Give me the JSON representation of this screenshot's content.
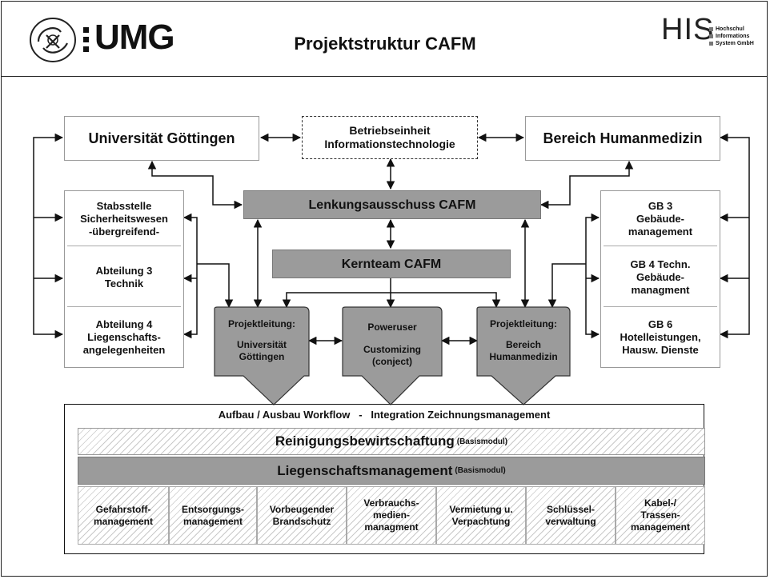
{
  "header": {
    "title": "Projektstruktur CAFM",
    "logo_left_text": "UMG",
    "logo_right_text": "HIS",
    "logo_right_lines": [
      "Hochschul",
      "Informations",
      "System GmbH"
    ]
  },
  "top_row": {
    "uni": "Universität Göttingen",
    "it": "Betriebseinheit Informationstechnologie",
    "hm": "Bereich Humanmedizin"
  },
  "lenkung": "Lenkungsausschuss CAFM",
  "kernteam": "Kernteam CAFM",
  "left_stack": [
    "Stabsstelle Sicherheitswesen -übergreifend-",
    "Abteilung 3 Technik",
    "Abteilung 4 Liegenschafts-angelegenheiten"
  ],
  "right_stack": [
    "GB 3 Gebäude-management",
    "GB 4 Techn. Gebäude-managment",
    "GB 6 Hotelleistungen, Hausw. Dienste"
  ],
  "arrows": {
    "pl_uni_title": "Projektleitung:",
    "pl_uni_body": "Universität Göttingen",
    "power_title": "Poweruser",
    "power_body": "Customizing (conject)",
    "pl_hm_title": "Projektleitung:",
    "pl_hm_body": "Bereich Humanmedizin"
  },
  "bottom": {
    "workflow": "Aufbau / Ausbau Workflow   -   Integration Zeichnungsmanagement",
    "reinigung": "Reinigungsbewirtschaftung",
    "reinigung_tag": "(Basismodul)",
    "liegenschaft": "Liegenschaftsmanagement",
    "liegenschaft_tag": "(Basismodul)",
    "modules": [
      "Gefahrstoff-management",
      "Entsorgungs-management",
      "Vorbeugender Brandschutz",
      "Verbrauchs-medien-managment",
      "Vermietung u. Verpachtung",
      "Schlüssel-verwaltung",
      "Kabel-/ Trassen-management"
    ]
  }
}
